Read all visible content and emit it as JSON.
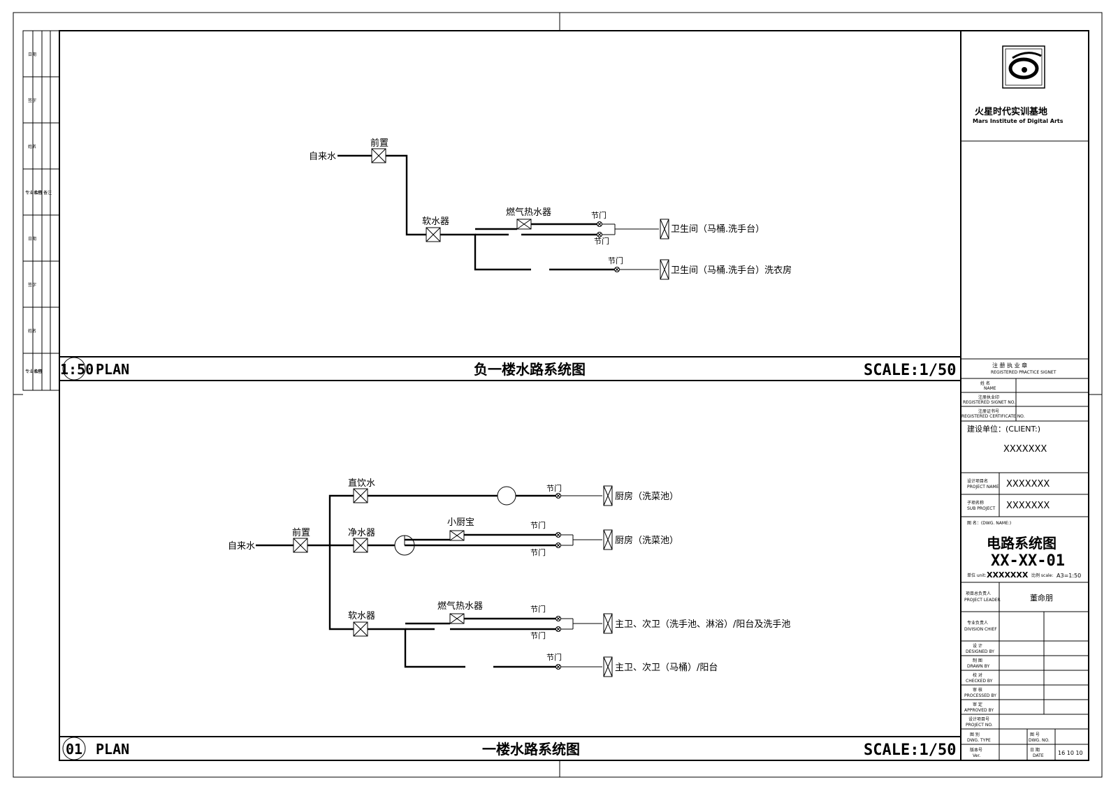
{
  "upper": {
    "source": "自来水",
    "prefilter": "前置",
    "softener": "软水器",
    "heater": "燃气热水器",
    "valve": "节门",
    "out1": "卫生间（马桶.洗手台）",
    "out2": "卫生间（马桶.洗手台）洗衣房",
    "scale_prefix": "1:50",
    "plan": "PLAN",
    "title": "负一楼水路系统图",
    "scale": "SCALE:1/50"
  },
  "lower": {
    "source": "自来水",
    "prefilter": "前置",
    "direct": "直饮水",
    "purifier": "净水器",
    "kitchen_heater": "小厨宝",
    "softener": "软水器",
    "heater": "燃气热水器",
    "valve": "节门",
    "out1": "厨房（洗菜池）",
    "out2": "厨房（洗菜池）",
    "out3": "主卫、次卫（洗手池、淋浴）/阳台及洗手池",
    "out4": "主卫、次卫（马桶）/阳台",
    "number": "01",
    "plan": "PLAN",
    "title": "一楼水路系统图",
    "scale": "SCALE:1/50"
  },
  "title_block": {
    "company_cn": "火星时代实训基地",
    "company_en": "Mars Institute of Digital Arts",
    "reg_title": "注 册 执 业 章",
    "reg_title_en": "REGISTERED PRACTICE SIGNET",
    "name_label": "姓 名",
    "name_label_en": "NAME",
    "stamp_label": "注册执业印",
    "stamp_label_en": "REGISTERED SIGNET NO.",
    "cert_label": "注册证书号",
    "cert_label_en": "REGISTERED CERTIFICATE NO.",
    "client_label": "建设单位：(CLIENT:)",
    "client_value": "XXXXXXX",
    "project_label": "设计项目名",
    "project_label_en": "PROJECT NAME",
    "project_value": "XXXXXXX",
    "sub_label": "子项名称",
    "sub_label_en": "SUB PROJECT",
    "sub_value": "XXXXXXX",
    "dwg_label": "图 名：(DWG. NAME:)",
    "dwg_title": "电路系统图",
    "dwg_number": "XX-XX-01",
    "unit_label": "单位 unit:",
    "unit_value": "XXXXXXX",
    "ratio_label": "比例 scale:",
    "ratio_value": "A3=1:50",
    "leader_label": "项目总负责人",
    "leader_label_en": "PROJECT LEADER",
    "leader_value": "董命朋",
    "chief_label": "专业负责人",
    "chief_label_en": "DIVISION CHIEF",
    "designed_label": "设 计",
    "designed_label_en": "DESIGNED BY",
    "drawn_label": "制 图",
    "drawn_label_en": "DRAWN BY",
    "checked_label": "校 对",
    "checked_label_en": "CHECKED BY",
    "processed_label": "审 核",
    "processed_label_en": "PROCESSED BY",
    "approved_label": "审 定",
    "approved_label_en": "APPROVED BY",
    "projno_label": "设计项目号",
    "projno_label_en": "PROJECT NO.",
    "type_label": "图 别",
    "type_label_en": "DWG. TYPE",
    "dwgno_label": "图 号",
    "dwgno_label_en": "DWG. NO.",
    "ver_label": "版本号",
    "ver_label_en": "Ver.",
    "date_label": "日 期",
    "date_label_en": "DATE",
    "date_value": "16 10 10"
  },
  "side_strip": {
    "labels": [
      "日期",
      "签字",
      "姓名",
      "专业名称",
      "日期",
      "签字",
      "姓名",
      "专业名称"
    ],
    "sub_labels": [
      "会签",
      "会签",
      "备注"
    ]
  }
}
